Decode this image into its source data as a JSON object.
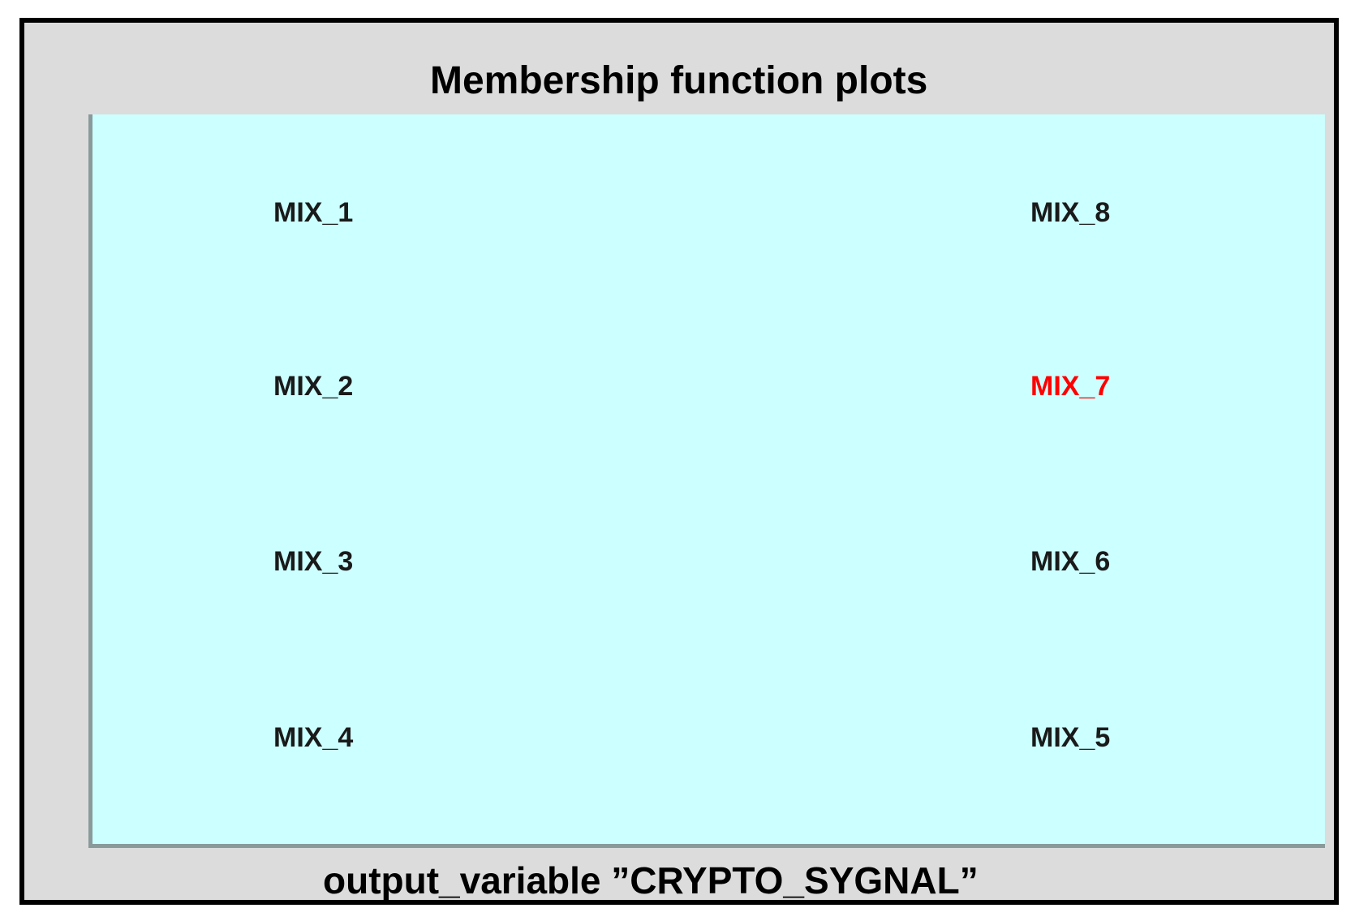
{
  "window": {
    "title": "Membership function plots",
    "footer": "output_variable ”CRYPTO_SYGNAL”"
  },
  "plot": {
    "left_labels": [
      "MIX_1",
      "MIX_2",
      "MIX_3",
      "MIX_4"
    ],
    "right_labels": [
      "MIX_8",
      "MIX_7",
      "MIX_6",
      "MIX_5"
    ],
    "selected_label": "MIX_7"
  },
  "colors": {
    "panel_background": "#dcdcdc",
    "panel_border": "#000000",
    "plot_background": "#ccffff",
    "plot_border": "#8a9a9a",
    "label_default": "#1a1a1a",
    "label_selected": "#ff0000"
  }
}
